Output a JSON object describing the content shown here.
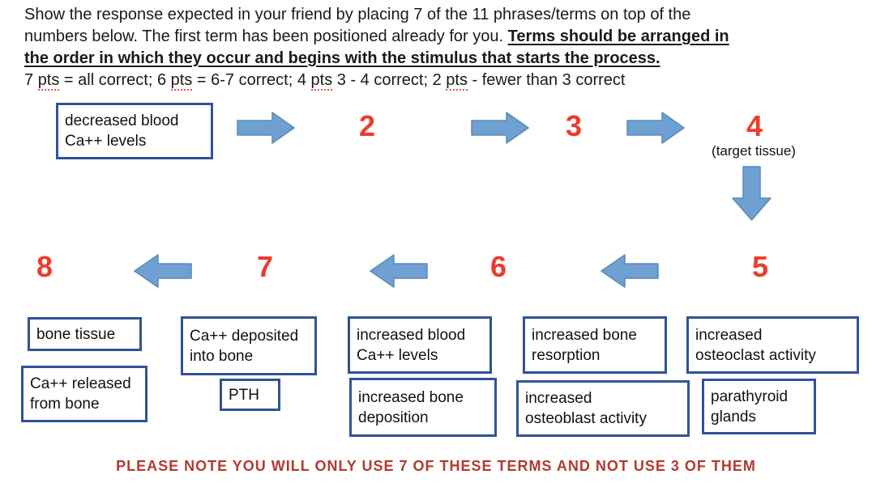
{
  "instructions": {
    "line1": "Show the response expected in your friend by placing 7 of the 11 phrases/terms on top of the",
    "line2_prefix": "numbers below. The first term has been positioned already for you.  ",
    "line2_emphasis": "Terms should be arranged in",
    "line3_emphasis": "the order in which they occur and begins with the stimulus that starts the process.",
    "scoring": {
      "seg1": "7 ",
      "pts1": "pts",
      "seg2": " = all correct; 6 ",
      "pts2": "pts",
      "seg3": " = 6-7 correct; 4 ",
      "pts3": "pts",
      "seg4": " 3 - 4 correct; 2 ",
      "pts4": "pts",
      "seg5": " - fewer than 3 correct"
    }
  },
  "flow": {
    "stimulus_term": "decreased blood\nCa++ levels",
    "target_tissue_note": "(target tissue)",
    "positions": {
      "p2": "2",
      "p3": "3",
      "p4": "4",
      "p5": "5",
      "p6": "6",
      "p7": "7",
      "p8": "8"
    }
  },
  "term_bank": [
    "bone tissue",
    "Ca++ deposited\ninto bone",
    "increased blood\nCa++ levels",
    "increased bone\nresorption",
    "increased\nosteoclast activity",
    "Ca++ released\nfrom bone",
    "PTH",
    "increased bone\ndeposition",
    "increased\nosteoblast activity",
    "parathyroid\nglands"
  ],
  "footer_note": "PLEASE NOTE YOU WILL ONLY USE 7 OF THESE TERMS AND NOT USE 3 OF THEM",
  "colors": {
    "accent_blue": "#2f5496",
    "arrow_fill": "#6fa0d2",
    "arrow_stroke": "#5c88b8",
    "number_red": "#ee3b2f",
    "note_red": "#b23a2e",
    "text_black": "#1a1a1a"
  }
}
